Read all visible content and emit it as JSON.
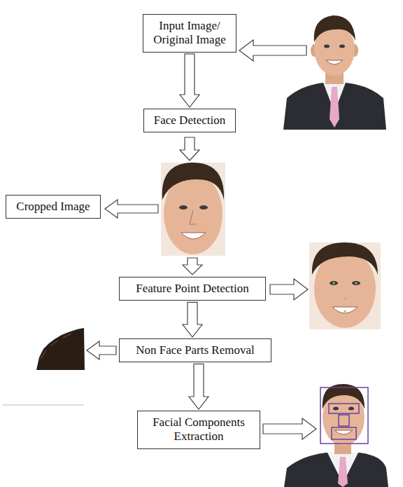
{
  "diagram": {
    "nodes": [
      {
        "text": [
          "Input Image/ Original Image"
        ]
      },
      {
        "text": [
          "Face Detection"
        ]
      },
      {
        "text": [
          "Cropped Image"
        ]
      },
      {
        "text": [
          "Feature Point Detection"
        ]
      },
      {
        "text": [
          "Non Face Parts Removal"
        ]
      },
      {
        "text": [
          "Facial Components Extraction"
        ]
      }
    ],
    "edges": [
      {
        "from": 0,
        "to": 1,
        "arrow": "to"
      },
      {
        "from": 3,
        "to": 4,
        "arrow": "to"
      },
      {
        "from": 4,
        "to": 5,
        "arrow": "to"
      }
    ]
  }
}
